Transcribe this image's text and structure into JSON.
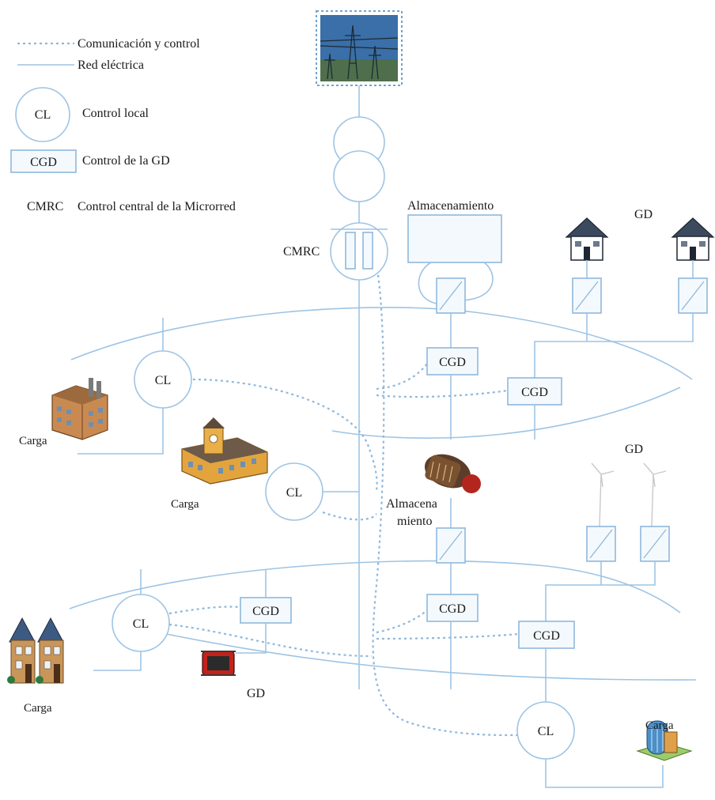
{
  "legend": {
    "communication": "Comunicación y control",
    "grid": "Red eléctrica",
    "cl_symbol": "CL",
    "cl_desc": "Control local",
    "cgd_symbol": "CGD",
    "cgd_desc": "Control de la GD",
    "cmrc_symbol": "CMRC",
    "cmrc_desc": "Control central de la Microrred"
  },
  "labels": {
    "cmrc": "CMRC",
    "storage_top": "Almacenamiento",
    "gd_houses": "GD",
    "gd_wind": "GD",
    "storage_mid_1": "Almacena",
    "storage_mid_2": "miento",
    "cl": "CL",
    "cgd": "CGD",
    "carga": "Carga",
    "gd_generator": "GD"
  },
  "colors": {
    "line": "#9ec4e4",
    "dash": "#8fb8dc",
    "text": "#1a1a1a"
  }
}
